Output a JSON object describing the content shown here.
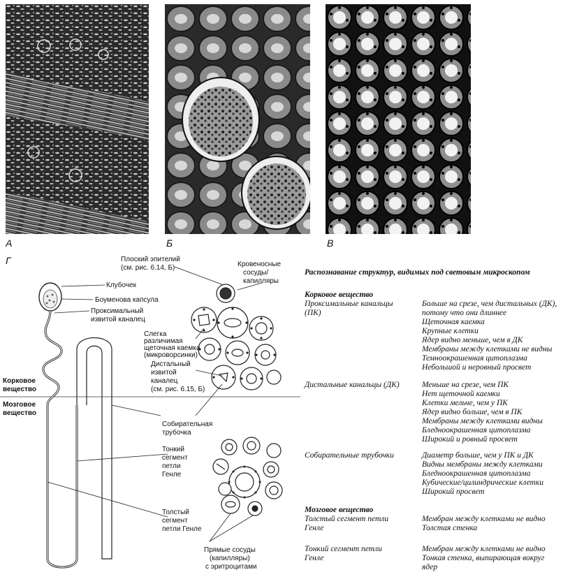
{
  "panels": {
    "a": "А",
    "b": "Б",
    "v": "В",
    "g": "Г"
  },
  "diagram": {
    "labels": {
      "flat_epithelium_1": "Плоский эпителий",
      "flat_epithelium_2": "(см. рис. 6.14, Б)",
      "glomerulus": "Клубочек",
      "bowman": "Боуменова капсула",
      "prox_1": "Проксимальный",
      "prox_2": "извитой каналец",
      "vessels_1": "Кровеносные",
      "vessels_2": "сосуды/",
      "vessels_3": "капилляры",
      "brush_1": "Слегка",
      "brush_2": "различимая",
      "brush_3": "щеточная каемка",
      "brush_4": "(микроворсинки)",
      "distal_1": "Дистальный",
      "distal_2": "извитой",
      "distal_3": "каналец",
      "distal_4": "(см. рис. 6.15, Б)",
      "cortex_1": "Корковое",
      "cortex_2": "вещество",
      "medulla_1": "Мозговое",
      "medulla_2": "вещество",
      "collecting_1": "Собирательная",
      "collecting_2": "трубочка",
      "thin_1": "Тонкий",
      "thin_2": "сегмент",
      "thin_3": "петли",
      "thin_4": "Генле",
      "thick_1": "Толстый",
      "thick_2": "сегмент",
      "thick_3": "петли Генле",
      "vasa_1": "Прямые сосуды",
      "vasa_2": "(капилляры)",
      "vasa_3": "с эритроцитами"
    }
  },
  "recognition": {
    "heading": "Распознавание структур, видимых под световым микроскопом",
    "cortex_title": "Корковое вещество",
    "medulla_title": "Мозговое вещество",
    "proximal": {
      "name": [
        "Проксимальные канальцы",
        "(ПК)"
      ],
      "features": [
        "Больше на срезе, чем дистальных (ДК),",
        "потому что они длиннее",
        "Щеточная каемка",
        "Крупные клетки",
        "Ядер видно меньше, чем в ДК",
        "Мембраны между клетками не видны",
        "Темноокрашенная цитоплазма",
        "Небольшой и неровный просвет"
      ]
    },
    "distal": {
      "name": [
        "Дистальные канальцы (ДК)"
      ],
      "features": [
        "Меньше на срезе, чем ПК",
        "Нет щеточной каемки",
        "Клетки мельче, чем у ПК",
        "Ядер видно больше, чем в ПК",
        "Мембраны между клетками видны",
        "Бледноокрашенная цитоплазма",
        "Широкий и ровный просвет"
      ]
    },
    "collecting": {
      "name": [
        "Собирательные трубочки"
      ],
      "features": [
        "Диаметр больше, чем у ПК и ДК",
        "Видны мембраны между клетками",
        "Бледноокрашенная цитоплазма",
        "Кубические/цилиндрические клетки",
        "Широкий просвет"
      ]
    },
    "thick": {
      "name": [
        "Толстый сегмент петли",
        "Генле"
      ],
      "features": [
        "Мембран между клетками не видно",
        "Толстая стенка"
      ]
    },
    "thin": {
      "name": [
        "Тонкий сегмент петли",
        "Генле"
      ],
      "features": [
        "Мембран между клетками не видно",
        "Тонкая стенка, выпирающая вокруг",
        "ядер"
      ]
    }
  }
}
